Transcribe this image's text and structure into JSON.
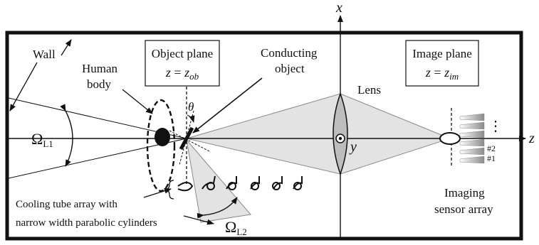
{
  "axes": {
    "x": "x",
    "y": "y",
    "z": "z"
  },
  "labels": {
    "wall": "Wall",
    "human_body_1": "Human",
    "human_body_2": "body",
    "object_plane_title": "Object plane",
    "object_plane_eq_z": "z",
    "object_plane_eq_eq": " = ",
    "object_plane_eq_z2": "z",
    "object_plane_eq_sub": "ob",
    "conducting_1": "Conducting",
    "conducting_2": "object",
    "theta": "θ",
    "omega": "Ω",
    "omega_l1_sub": "L1",
    "omega_l2_sub": "L2",
    "lens": "Lens",
    "image_plane_title": "Image plane",
    "image_plane_eq_z": "z",
    "image_plane_eq_eq": " = ",
    "image_plane_eq_z2": "z",
    "image_plane_eq_sub": "im",
    "sensor_2": "#2",
    "sensor_1": "#1",
    "dots": "⋮",
    "cooling_1": "Cooling tube array with",
    "cooling_2": "narrow width parabolic cylinders",
    "imaging_1": "Imaging",
    "imaging_2": "sensor array"
  },
  "colors": {
    "stroke": "#111111",
    "beam_fill": "#e3e3e3",
    "lens_fill": "#bdbdbd",
    "sensor_fill": "#9a9a9a"
  }
}
